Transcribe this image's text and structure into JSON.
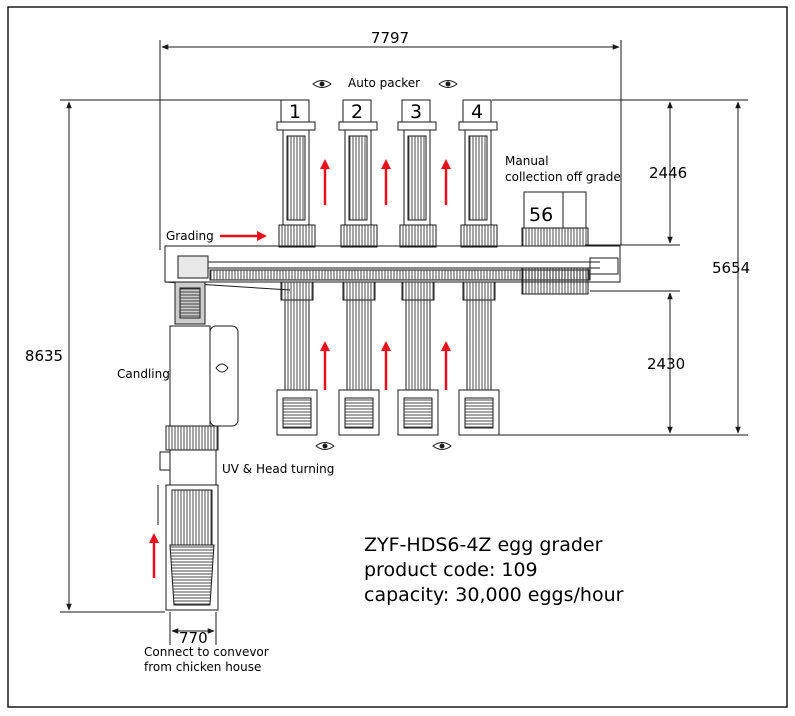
{
  "labels": {
    "auto_packer": "Auto packer",
    "manual": "Manual",
    "collection_off_grade": "collection  off grade",
    "grading": "Grading",
    "candling": "Candling",
    "uv_head_turning": "UV & Head turning",
    "connect_line1": "Connect to  convevor",
    "connect_line2": "from chicken house"
  },
  "dimensions": {
    "total_width": "7797",
    "total_height": "8635",
    "upper_length": "2446",
    "overall_length": "5654",
    "lower_length": "2430",
    "inlet_width": "770"
  },
  "packer_numbers": [
    "1",
    "2",
    "3",
    "4"
  ],
  "manual_station_number": "56",
  "title": {
    "line1": "ZYF-HDS6-4Z egg grader",
    "line2": "product code: 109",
    "line3": "capacity: 30,000 eggs/hour"
  },
  "colors": {
    "arrow": "#e8101a",
    "line": "#1a1a1a"
  }
}
